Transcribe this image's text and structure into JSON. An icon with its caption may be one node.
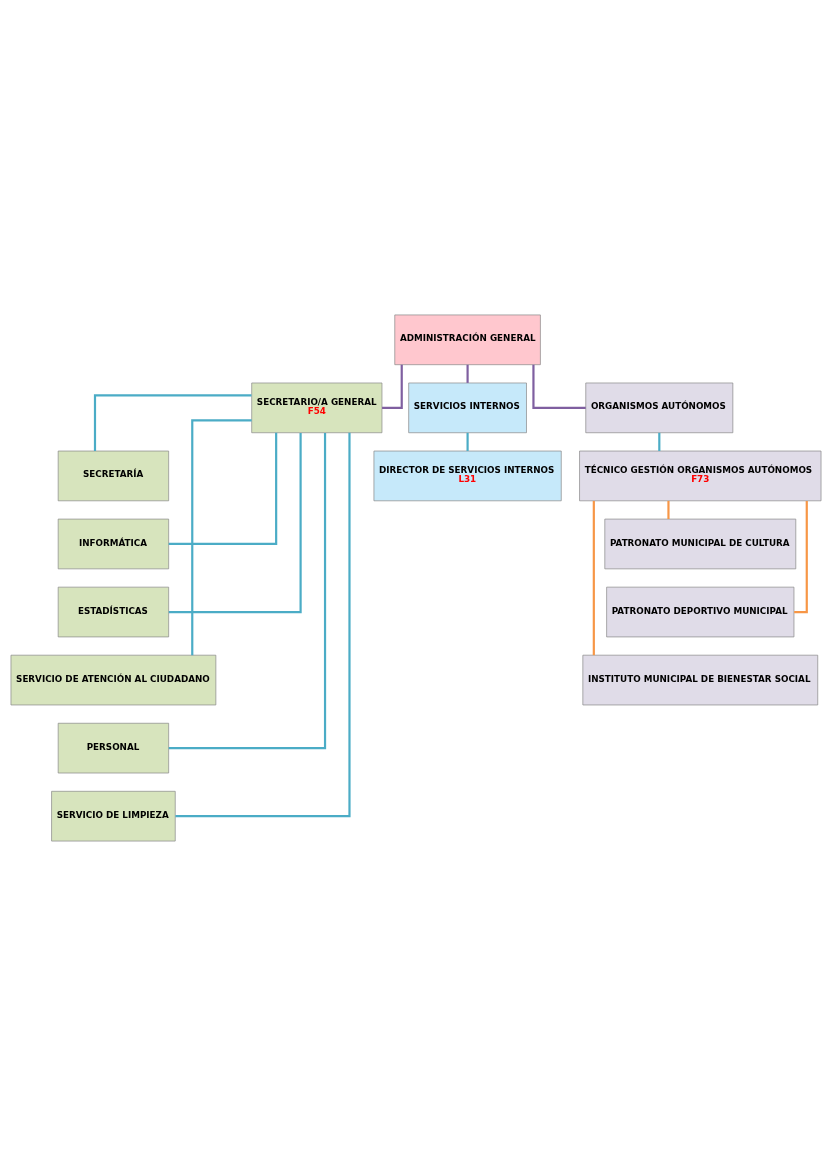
{
  "diagram": {
    "nodes": [
      {
        "text": [
          "ADMINISTRACIÓN GENERAL"
        ]
      },
      {
        "text": [
          "SECRETARIO/A GENERAL",
          "F54"
        ]
      },
      {
        "text": [
          "SERVICIOS INTERNOS"
        ]
      },
      {
        "text": [
          "ORGANISMOS AUTÓNOMOS"
        ]
      },
      {
        "text": [
          "SECRETARÍA"
        ]
      },
      {
        "text": [
          "INFORMÁTICA"
        ]
      },
      {
        "text": [
          "ESTADÍSTICAS"
        ]
      },
      {
        "text": [
          "SERVICIO DE ATENCIÓN AL CIUDADANO"
        ]
      },
      {
        "text": [
          "PERSONAL"
        ]
      },
      {
        "text": [
          "SERVICIO DE LIMPIEZA"
        ]
      },
      {
        "text": [
          "DIRECTOR DE SERVICIOS INTERNOS",
          "L31"
        ]
      },
      {
        "text": [
          "TÉCNICO GESTIÓN ORGANISMOS AUTÓNOMOS",
          "F73"
        ]
      },
      {
        "text": [
          "PATRONATO MUNICIPAL DE CULTURA"
        ]
      },
      {
        "text": [
          "PATRONATO DEPORTIVO MUNICIPAL"
        ]
      },
      {
        "text": [
          "INSTITUTO MUNICIPAL DE BIENESTAR SOCIAL"
        ]
      }
    ],
    "edges": [
      {
        "from": 0,
        "to": 1,
        "arrow": "none",
        "color": "#7f5fa0"
      },
      {
        "from": 0,
        "to": 2,
        "arrow": "none",
        "color": "#7f5fa0"
      },
      {
        "from": 0,
        "to": 3,
        "arrow": "none",
        "color": "#7f5fa0"
      },
      {
        "from": 1,
        "to": 4,
        "arrow": "none"
      },
      {
        "from": 1,
        "to": 5,
        "arrow": "none"
      },
      {
        "from": 1,
        "to": 6,
        "arrow": "none"
      },
      {
        "from": 1,
        "to": 7,
        "arrow": "none"
      },
      {
        "from": 1,
        "to": 8,
        "arrow": "none"
      },
      {
        "from": 1,
        "to": 9,
        "arrow": "none"
      },
      {
        "from": 2,
        "to": 10,
        "arrow": "none"
      },
      {
        "from": 3,
        "to": 11,
        "arrow": "none"
      },
      {
        "from": 11,
        "to": 12,
        "arrow": "none",
        "color": "#f79646"
      },
      {
        "from": 11,
        "to": 13,
        "arrow": "none",
        "color": "#f79646"
      },
      {
        "from": 11,
        "to": 14,
        "arrow": "none",
        "color": "#f79646"
      }
    ]
  }
}
